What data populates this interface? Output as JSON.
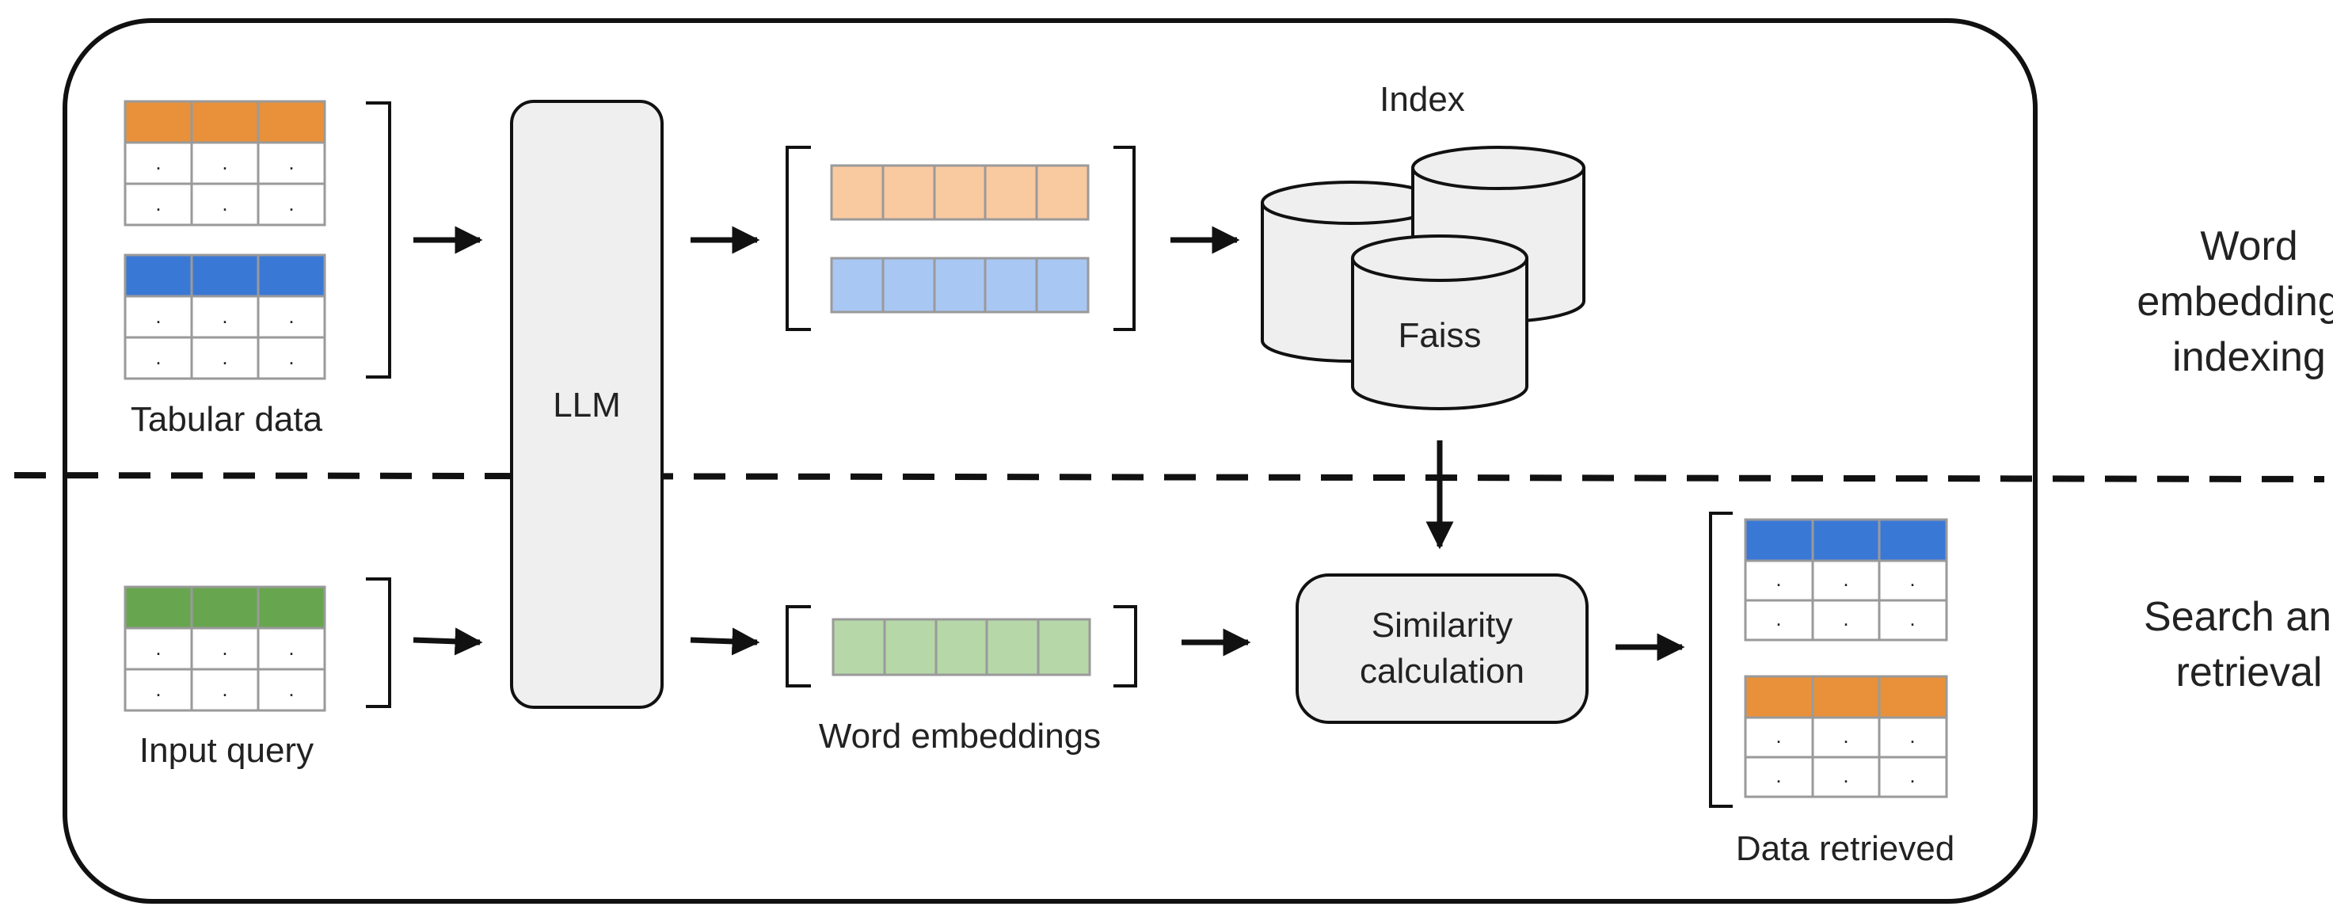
{
  "labels": {
    "tabular_data": "Tabular data",
    "llm": "LLM",
    "index": "Index",
    "faiss": "Faiss",
    "input_query": "Input query",
    "word_embeddings": "Word embeddings",
    "similarity_line1": "Similarity",
    "similarity_line2": "calculation",
    "data_retrieved": "Data retrieved",
    "dot": "."
  },
  "sections": {
    "indexing": [
      "Word",
      "embeddings",
      "indexing"
    ],
    "search": [
      "Search and",
      "retrieval"
    ]
  },
  "colors": {
    "orange_header": "#e8913a",
    "blue_header": "#3a78d6",
    "green_header": "#67a64f",
    "orange_embedding": "#f9c9a0",
    "blue_embedding": "#a9c7f3",
    "green_embedding": "#b6d7a8",
    "box_fill": "#efefef",
    "stroke": "#111111",
    "grid": "#9a9a9a"
  }
}
